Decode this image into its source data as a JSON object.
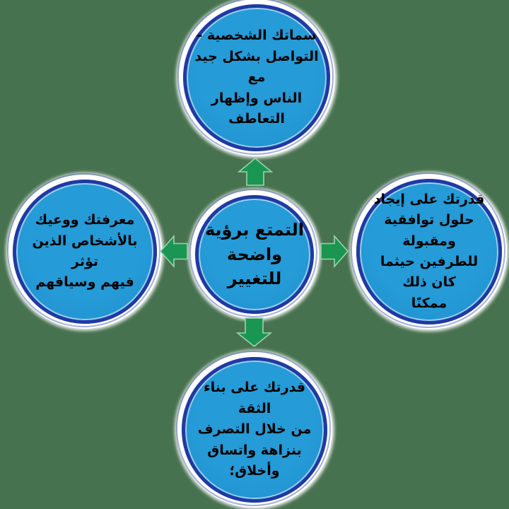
{
  "diagram_title": "",
  "nodes": {
    "center": {
      "role": "central-idea",
      "lines": [
        "التمتع برؤية",
        "واضحة",
        "للتغيير"
      ]
    },
    "top": {
      "role": "branch",
      "lines": [
        "سماتك الشخصية -",
        "التواصل بشكل جيد مع",
        "الناس وإظهار التعاطف"
      ]
    },
    "right": {
      "role": "branch",
      "lines": [
        "قدرتك على إيجاد",
        "حلول توافقية ومقبولة",
        "للطرفين حيثما كان ذلك",
        "ممكنًا"
      ]
    },
    "bottom": {
      "role": "branch",
      "lines": [
        "قدرتك على بناء الثقة",
        "من خلال التصرف",
        "بنزاهة واتساق وأخلاق؛"
      ]
    },
    "left": {
      "role": "branch",
      "lines": [
        "معرفتك ووعيك",
        "بالأشخاص الذين تؤثر",
        "فيهم وسياقهم"
      ]
    }
  },
  "icons": {
    "up": "arrow-up",
    "down": "arrow-down",
    "left": "arrow-left",
    "right": "arrow-right"
  },
  "colors": {
    "background": "#47724F",
    "circle_fill": "#259BD7",
    "circle_ring": "#1F3AA5",
    "circle_halo": "#FFFFFF",
    "arrow_fill": "#1B9552",
    "arrow_outline": "#9AD4AC",
    "text": "#000000"
  }
}
